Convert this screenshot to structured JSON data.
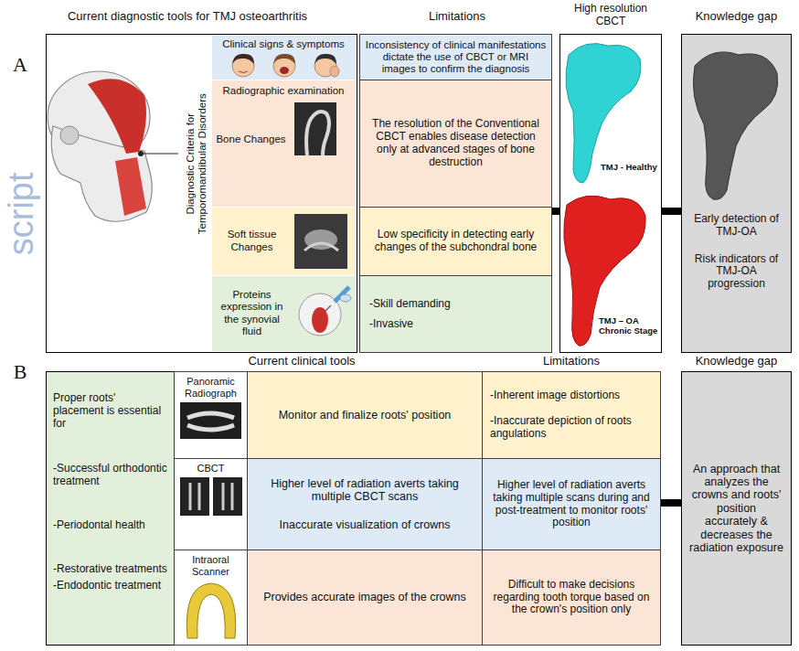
{
  "diagram": {
    "nodes": [
      {
        "text": [
          "Diagnostic Criteria for Temporomandibular Disorders"
        ]
      },
      {
        "text": [
          "Clinical signs & symptoms"
        ],
        "in": 0
      },
      {
        "text": [
          "Radiographic examination",
          "Bone Changes"
        ],
        "in": 0
      },
      {
        "text": [
          "Soft tissue Changes"
        ],
        "in": 0
      },
      {
        "text": [
          "Proteins expression in the synovial fluid"
        ],
        "in": 0
      },
      {
        "text": [
          "Inconsistency of clinical manifestations dictate the use of CBCT or MRI images to confirm the diagnosis"
        ]
      },
      {
        "text": [
          "The resolution of the Conventional CBCT enables disease detection only at advanced stages of bone destruction"
        ]
      },
      {
        "text": [
          "Low specificity in detecting early changes of the subchondral bone"
        ]
      },
      {
        "text": [
          "-Skill demanding",
          "-Invasive"
        ]
      },
      {
        "text": [
          "TMJ - Healthy",
          "TMJ – OA Chronic Stage"
        ]
      },
      {
        "text": [
          "Early detection of TMJ-OA",
          "Risk indicators of TMJ-OA progression"
        ]
      },
      {
        "text": [
          "Proper roots' placement is essential for",
          "-Successful orthodontic treatment",
          "-Periodontal health",
          "-Restorative treatments",
          "-Endodontic treatment"
        ]
      },
      {
        "text": [
          "Panoramic Radiograph"
        ]
      },
      {
        "text": [
          "Monitor and finalize roots' position"
        ]
      },
      {
        "text": [
          "-Inherent image distortions",
          "-Inaccurate depiction of roots angulations"
        ]
      },
      {
        "text": [
          "CBCT"
        ]
      },
      {
        "text": [
          "Higher level of radiation averts taking multiple CBCT scans",
          "Inaccurate visualization of crowns"
        ]
      },
      {
        "text": [
          "Higher level of radiation averts taking multiple scans during and post-treatment to monitor roots' position"
        ]
      },
      {
        "text": [
          "Intraoral Scanner"
        ]
      },
      {
        "text": [
          "Provides accurate images of the crowns"
        ]
      },
      {
        "text": [
          "Difficult to make decisions regarding tooth torque based on the crown's position only"
        ]
      },
      {
        "text": [
          "An approach that analyzes the crowns and roots' position accurately & decreases the radiation exposure"
        ]
      }
    ],
    "edges": [
      {
        "from": 7,
        "to": 9,
        "arrow": "none"
      },
      {
        "from": 9,
        "to": 10,
        "arrow": "none"
      },
      {
        "from": 17,
        "to": 21,
        "arrow": "none"
      }
    ],
    "labels": [
      "Current diagnostic tools for TMJ osteoarthritis",
      "Limitations",
      "High resolution CBCT",
      "Knowledge gap",
      "A",
      "script",
      "B",
      "Current clinical tools",
      "Limitations",
      "Knowledge gap"
    ]
  }
}
